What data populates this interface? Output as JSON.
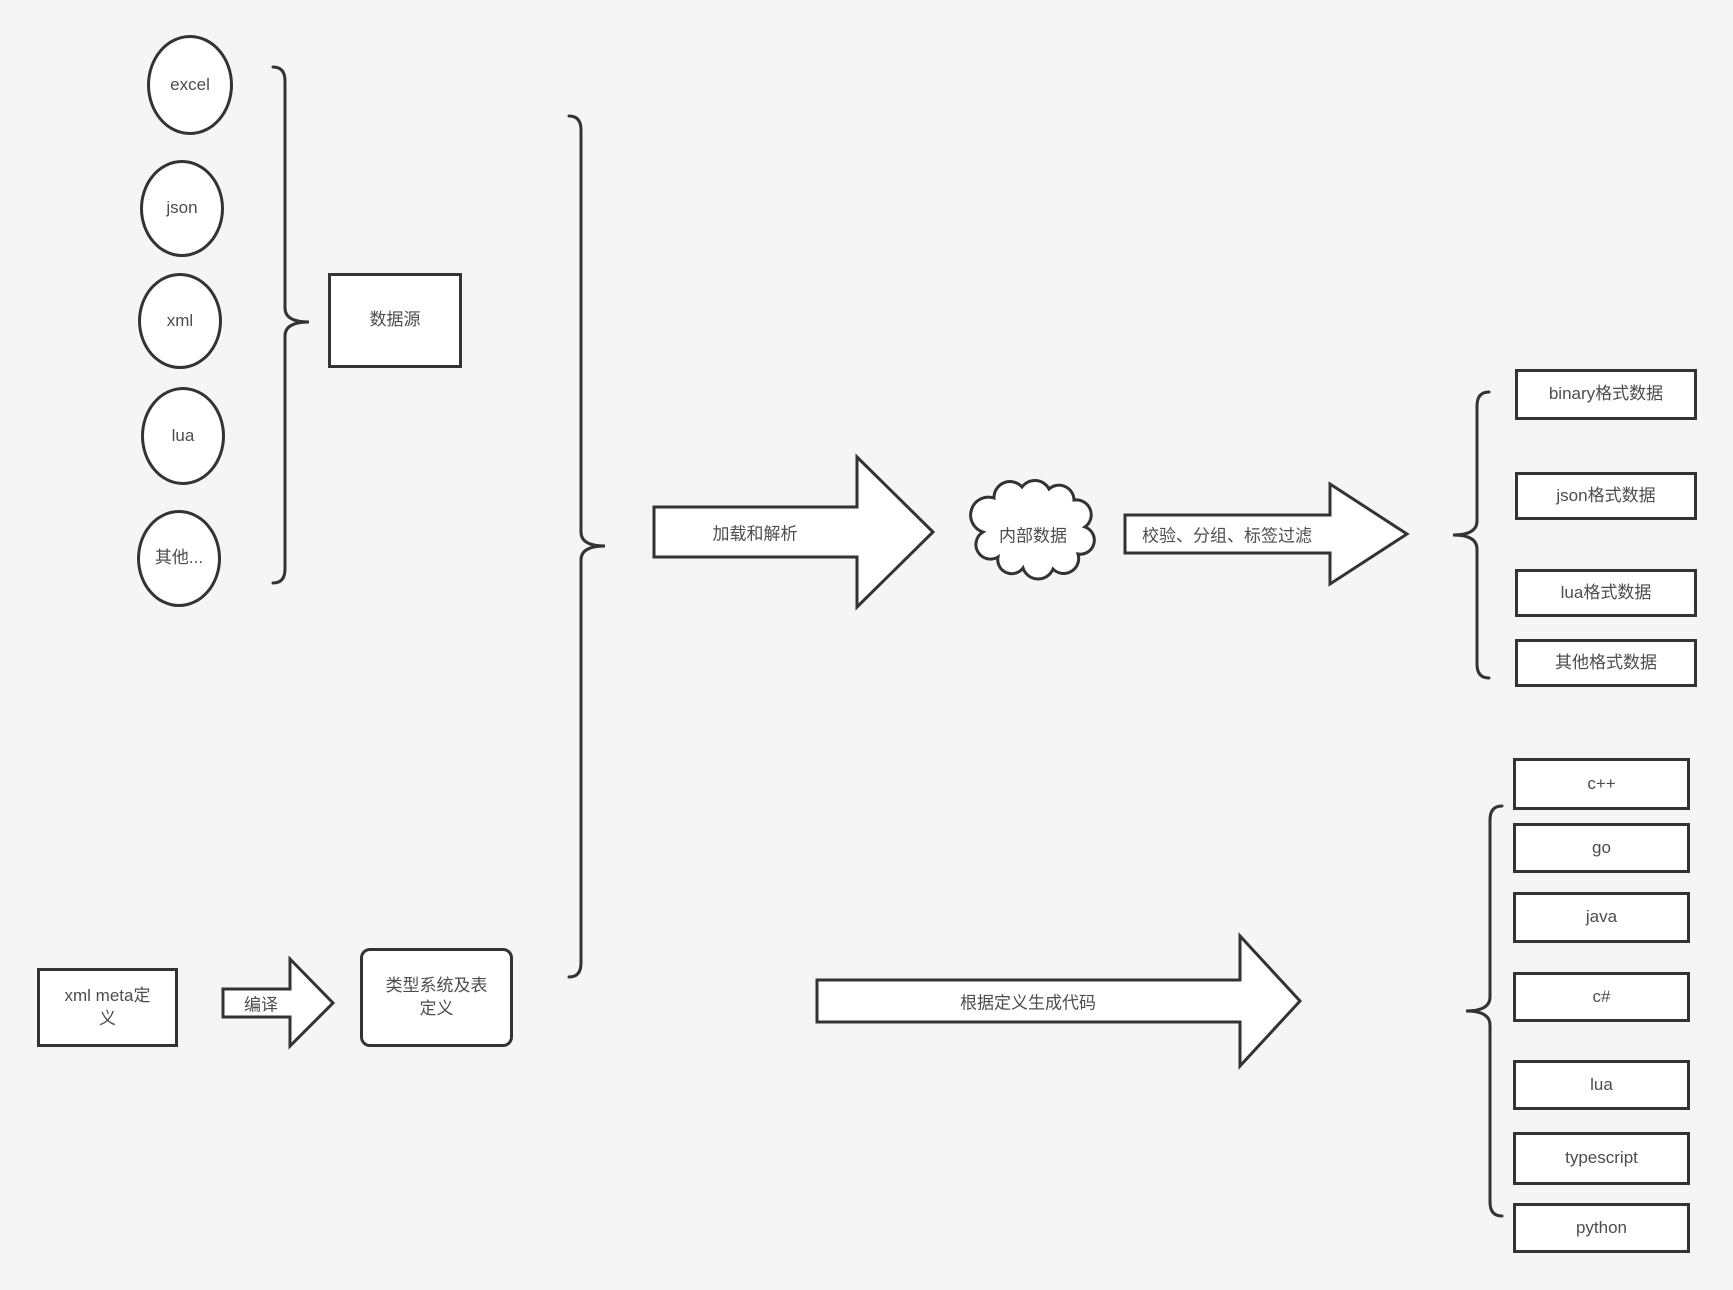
{
  "colors": {
    "background": "#f5f5f6",
    "stroke": "#333333",
    "shape_fill": "#ffffff",
    "text": "#4d4d4d"
  },
  "sources": {
    "group_label": "数据源",
    "items": [
      "excel",
      "json",
      "xml",
      "lua",
      "其他..."
    ]
  },
  "flow": {
    "load_arrow": "加载和解析",
    "internal_data": "内部数据",
    "filter_arrow": "校验、分组、标签过滤",
    "compile_arrow": "编译",
    "codegen_arrow": "根据定义生成代码"
  },
  "definitions": {
    "xml_meta": "xml meta定义",
    "type_system": "类型系统及表定义"
  },
  "formats": {
    "items": [
      "binary格式数据",
      "json格式数据",
      "lua格式数据",
      "其他格式数据"
    ]
  },
  "languages": {
    "items": [
      "c++",
      "go",
      "java",
      "c#",
      "lua",
      "typescript",
      "python"
    ]
  }
}
